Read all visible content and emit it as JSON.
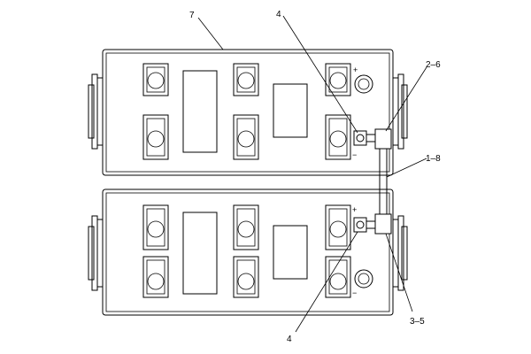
{
  "callouts": {
    "top_battery": "7",
    "top_terminal": "4",
    "top_cable_end": "2–6",
    "jumper_cable": "1–8",
    "bottom_terminal": "4",
    "bottom_cable_end": "3–5"
  },
  "polarity": {
    "top_positive": "+",
    "top_negative": "−",
    "bottom_positive": "+",
    "bottom_negative": "−"
  }
}
